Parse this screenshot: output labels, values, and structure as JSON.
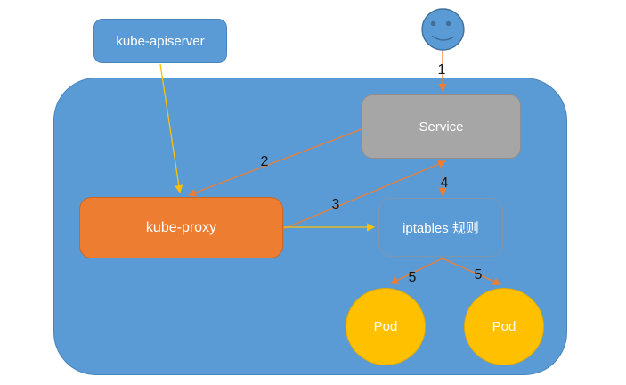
{
  "diagram": {
    "type": "flow-diagram",
    "nodes": {
      "kube_apiserver": {
        "label": "kube-apiserver",
        "fill": "#5B9BD5",
        "shape": "rounded-rect"
      },
      "user": {
        "icon": "smiley-face-icon",
        "fill": "#5B9BD5",
        "shape": "circle"
      },
      "service": {
        "label": "Service",
        "fill": "#A6A6A6",
        "shape": "rounded-rect"
      },
      "kube_proxy": {
        "label": "kube-proxy",
        "fill": "#ED7D31",
        "shape": "rounded-rect"
      },
      "iptables": {
        "label": "iptables 规则",
        "fill": "#5B9BD5",
        "shape": "rounded-rect"
      },
      "pod_left": {
        "label": "Pod",
        "fill": "#FFC000",
        "shape": "circle"
      },
      "pod_right": {
        "label": "Pod",
        "fill": "#FFC000",
        "shape": "circle"
      }
    },
    "edges": [
      {
        "from": "user",
        "to": "service",
        "label": "1",
        "color": "#ED7D31"
      },
      {
        "from": "service",
        "to": "kube_proxy",
        "label": "2",
        "color": "#ED7D31"
      },
      {
        "from": "kube_proxy",
        "to": "service",
        "label": "3",
        "color": "#ED7D31"
      },
      {
        "from": "service",
        "to": "iptables",
        "label": "4",
        "color": "#ED7D31"
      },
      {
        "from": "iptables",
        "to": "pod_left",
        "label": "5",
        "color": "#ED7D31"
      },
      {
        "from": "iptables",
        "to": "pod_right",
        "label": "5",
        "color": "#ED7D31"
      },
      {
        "from": "kube_apiserver",
        "to": "kube_proxy",
        "label": "",
        "color": "#FFC000"
      },
      {
        "from": "kube_proxy",
        "to": "iptables",
        "label": "",
        "color": "#FFC000"
      }
    ],
    "colors": {
      "cluster_fill": "#5B9BD5",
      "orange_arrow": "#ED7D31",
      "yellow_arrow": "#FFC000",
      "canvas_background": "#FFFFFF"
    }
  }
}
